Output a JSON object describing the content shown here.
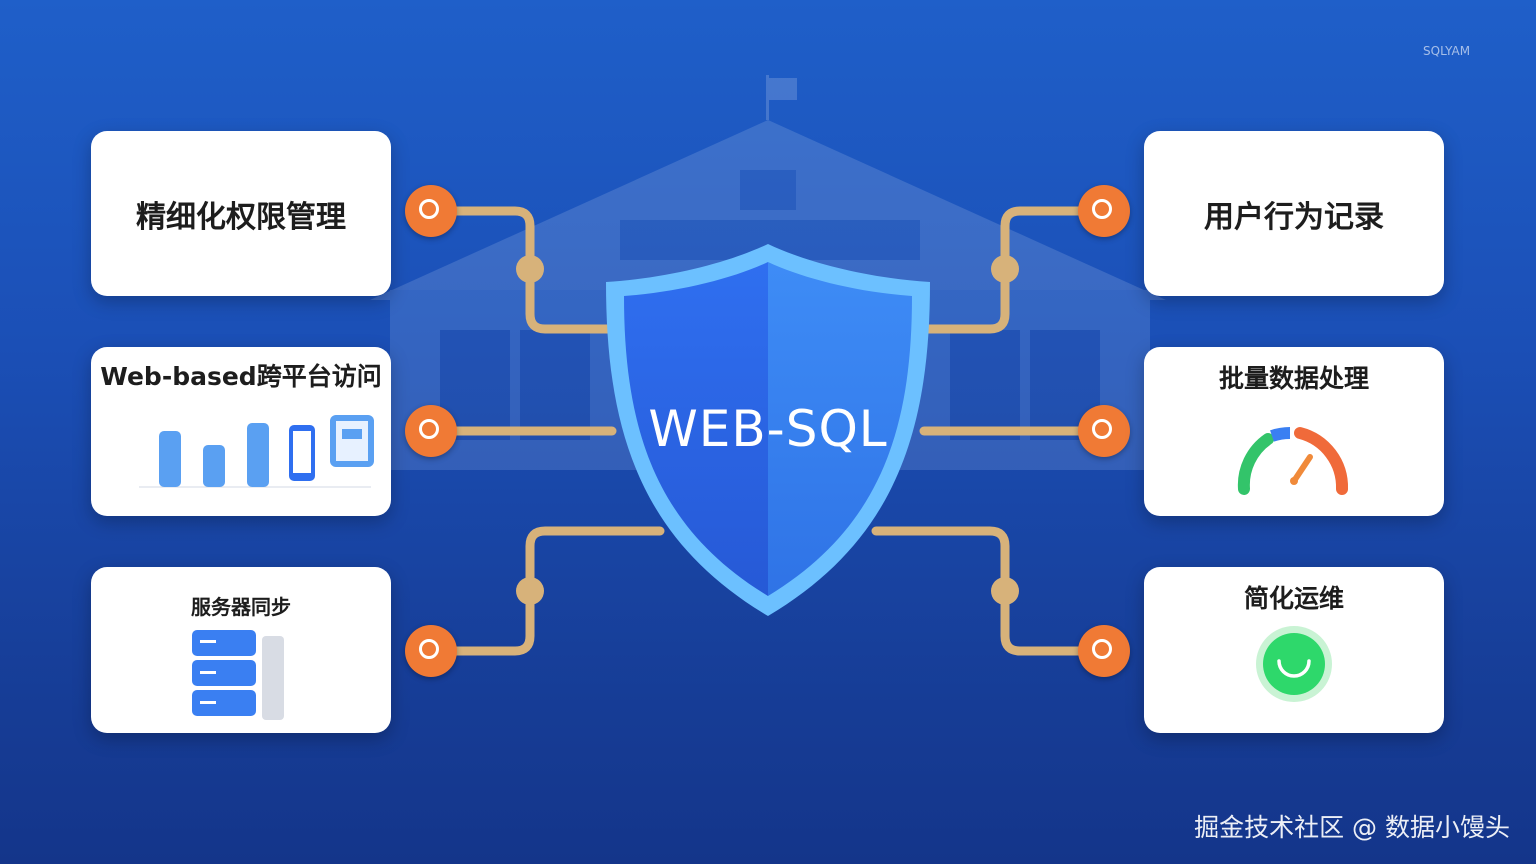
{
  "brand": "SQLYAM",
  "shield_label": "WEB-SQL",
  "features_left": [
    {
      "title": "精细化权限管理"
    },
    {
      "title": "Web-based跨平台访问"
    },
    {
      "title": "服务器同步"
    }
  ],
  "features_right": [
    {
      "title": "用户行为记录"
    },
    {
      "title": "批量数据处理"
    },
    {
      "title": "简化运维"
    }
  ],
  "footer": "掘金技术社区 @ 数据小馒头",
  "colors": {
    "accent_node": "#f07a35",
    "wire": "#d7b27a",
    "shield": "#2f7af0",
    "background": "#1b4fb6"
  }
}
